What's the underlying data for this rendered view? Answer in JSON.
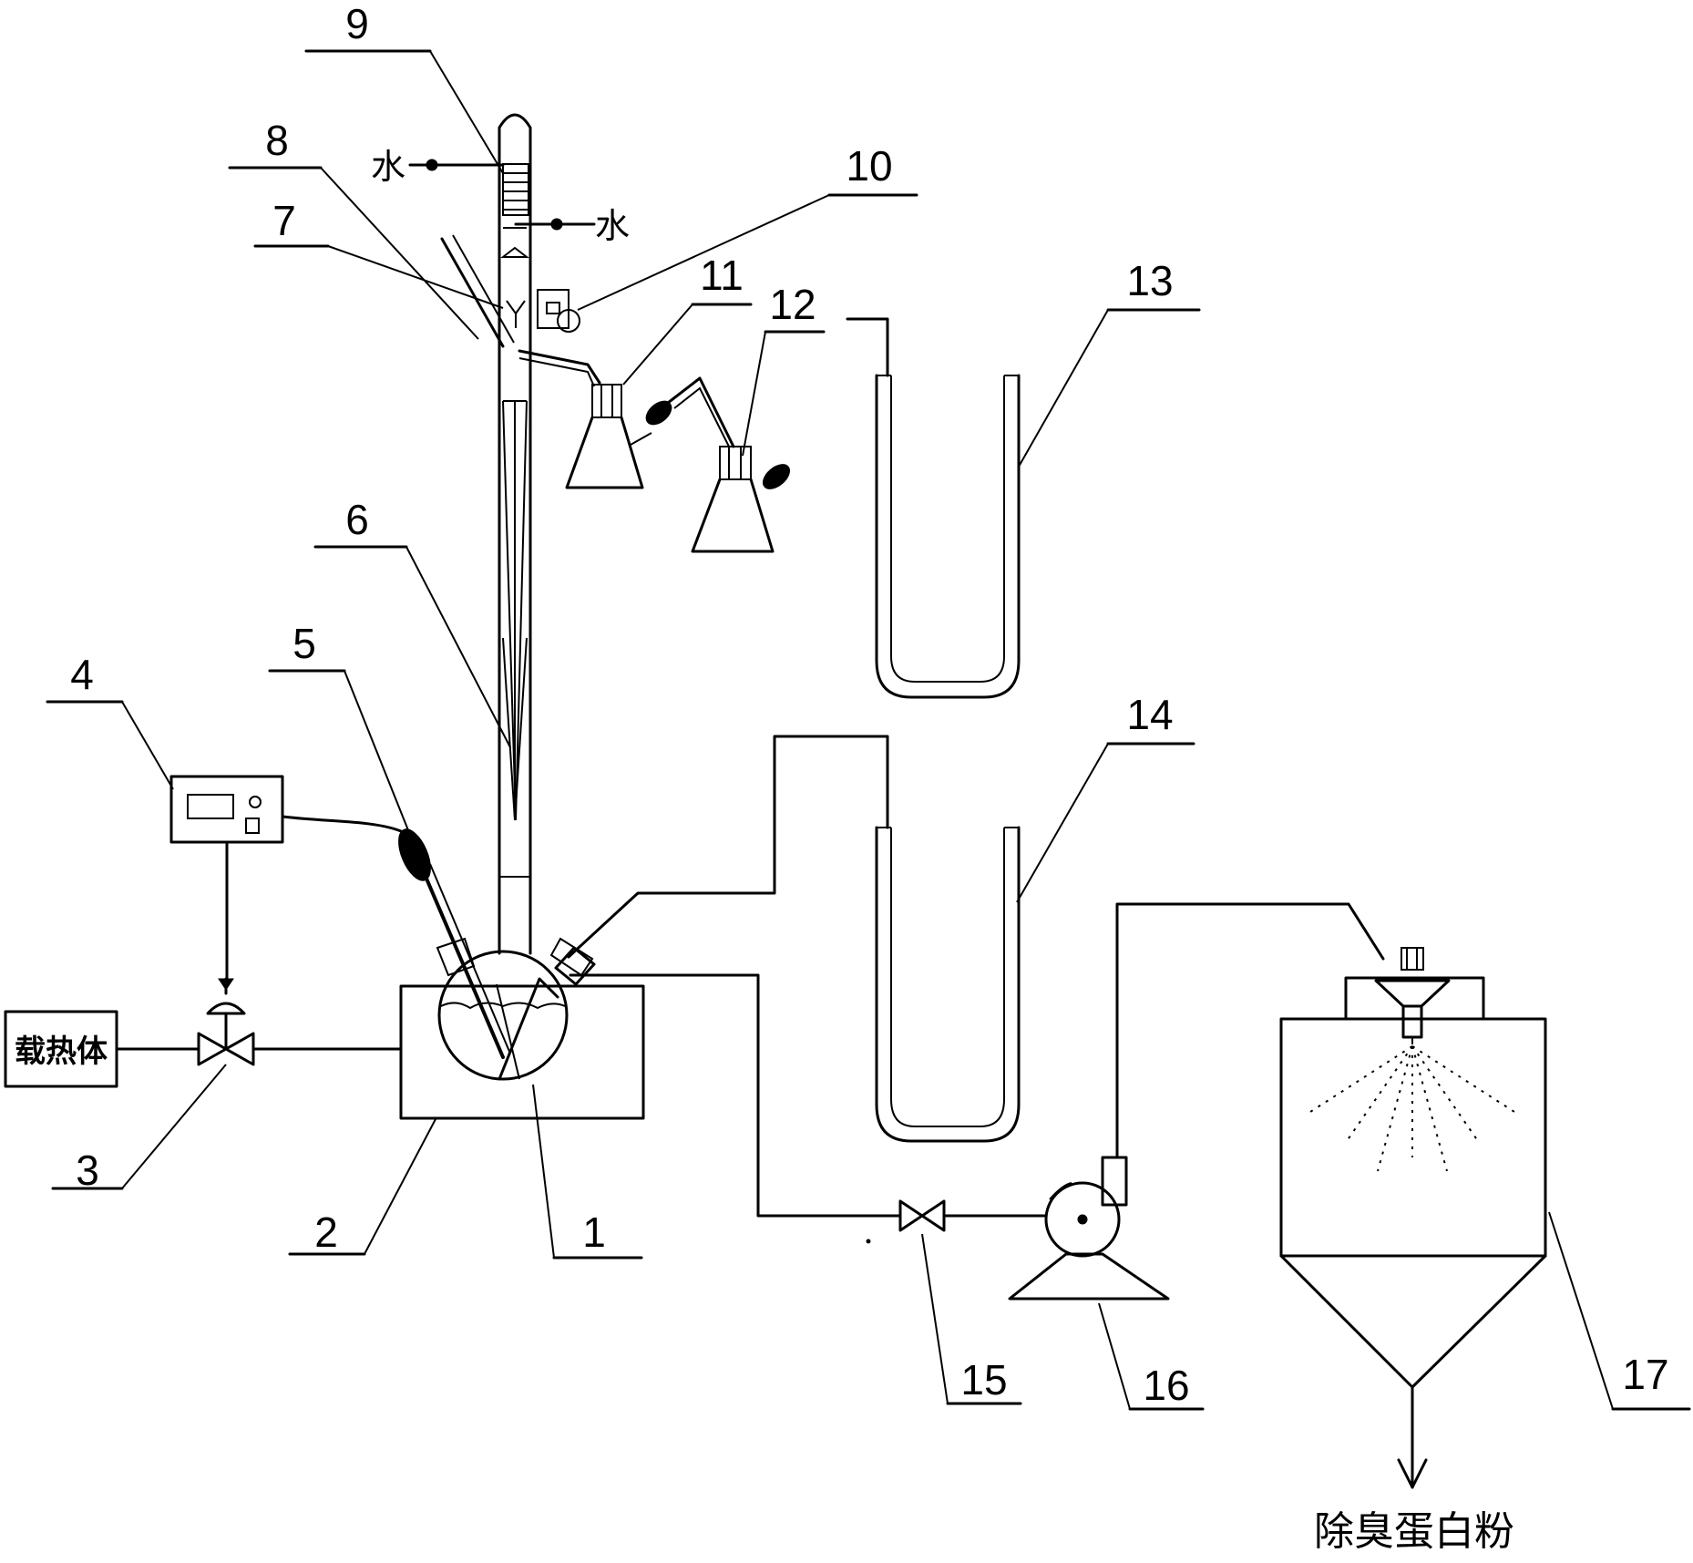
{
  "labels": {
    "n1": "1",
    "n2": "2",
    "n3": "3",
    "n4": "4",
    "n5": "5",
    "n6": "6",
    "n7": "7",
    "n8": "8",
    "n9": "9",
    "n10": "10",
    "n11": "11",
    "n12": "12",
    "n13": "13",
    "n14": "14",
    "n15": "15",
    "n16": "16",
    "n17": "17"
  },
  "text": {
    "water_in": "水",
    "water_out": "水",
    "heat_carrier": "载热体",
    "product": "除臭蛋白粉"
  }
}
